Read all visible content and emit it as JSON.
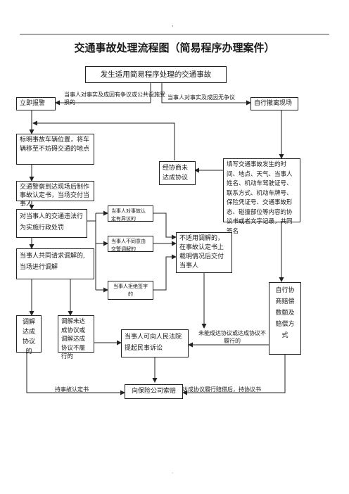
{
  "header_dot": "·",
  "footer_dot": "·",
  "title": "交通事故处理流程图（简易程序办理案件）",
  "nodes": {
    "start": "发生适用简易程序处理的交通事故",
    "report": "立即报警",
    "self_evacuate": "自行撤离现场",
    "mark_position": "标明事故车辆位置，将车辆移至不妨碍交通的地点",
    "police_decision": "交通警察到达现场后制作事故认定书，当场交付当事人",
    "fail_agreement": "经协商未达成协议",
    "fill_agreement": "填写交通事故发生的时间、地点、天气、当事人姓名、机动车驾驶证号、联系方式、机动车牌号、保险凭证号、交通事故形态、碰撞部位等内容的协议书或者文字记录，共同签名",
    "penalty": "对当事人的交通违法行为实施行政处罚",
    "opt_objection": "当事人对事故认定有异议的",
    "opt_disagree": "当事人不同意由交警调解的",
    "opt_refuse": "当事人拒绝签字的",
    "not_mediate": "不适用调解的，在事故认定书上载明情况后交付当事人",
    "joint_request": "当事人共同请求调解的,当场进行调解",
    "mediated": "调解达成协议的",
    "mediation_failed": "调解未达成协议或调解达成协议不履行的",
    "civil_suit": "当事人可向人民法院提起民事诉讼",
    "self_negotiate": "自行协商赔偿数额及赔偿方式",
    "insurance": "向保险公司索赔"
  },
  "edge_labels": {
    "dispute": "当事人对事实及成因有争议或公共设施受损的",
    "no_dispute": "当事人对事实及成因无争议",
    "not_reached": "未能成达协议或达成协议不履行的",
    "with_decision": "持事故认定书",
    "with_agreement": "达成协议履行赔偿后，持协议书"
  }
}
